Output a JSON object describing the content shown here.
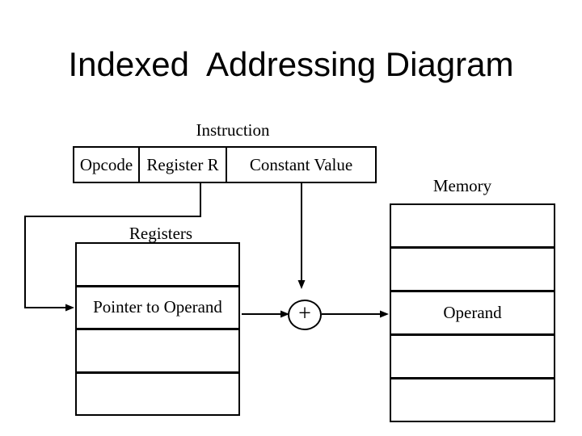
{
  "slide": {
    "title": "Indexed  Addressing Diagram"
  },
  "instruction": {
    "label": "Instruction",
    "fields": [
      {
        "label": "Opcode"
      },
      {
        "label": "Register R"
      },
      {
        "label": "Constant Value"
      }
    ]
  },
  "registers": {
    "label": "Registers",
    "rows": [
      "",
      "Pointer to Operand",
      "",
      ""
    ]
  },
  "memory": {
    "label": "Memory",
    "rows": [
      "",
      "",
      "Operand",
      "",
      ""
    ]
  },
  "adder": {
    "symbol": "+"
  },
  "colors": {
    "background": "#ffffff",
    "line": "#000000",
    "text": "#000000"
  }
}
